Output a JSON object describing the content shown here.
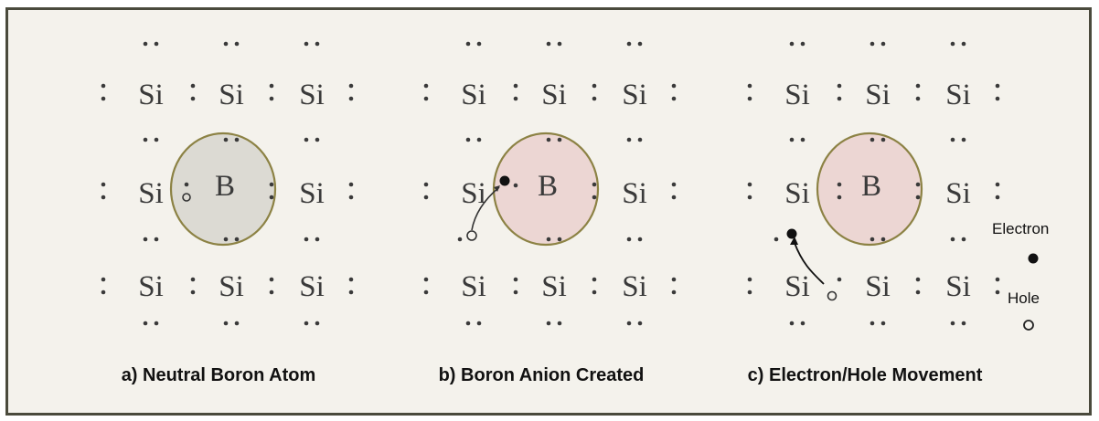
{
  "atoms": {
    "silicon": "Si",
    "boron": "B"
  },
  "panels": [
    {
      "caption": "a) Neutral Boron Atom",
      "state": "neutral",
      "circle_fill": "#dcdad3",
      "circle_stroke": "#8c8244"
    },
    {
      "caption": "b) Boron Anion Created",
      "state": "anion",
      "circle_fill": "#ecd6d3",
      "circle_stroke": "#8c8244"
    },
    {
      "caption": "c) Electron/Hole Movement",
      "state": "movement",
      "circle_fill": "#ecd6d3",
      "circle_stroke": "#8c8244"
    }
  ],
  "legend": {
    "electron": "Electron",
    "hole": "Hole"
  },
  "colors": {
    "dot": "#3a3a3a",
    "electron": "#111111",
    "frame": "#4a4a3c",
    "background": "#f4f2ec"
  }
}
